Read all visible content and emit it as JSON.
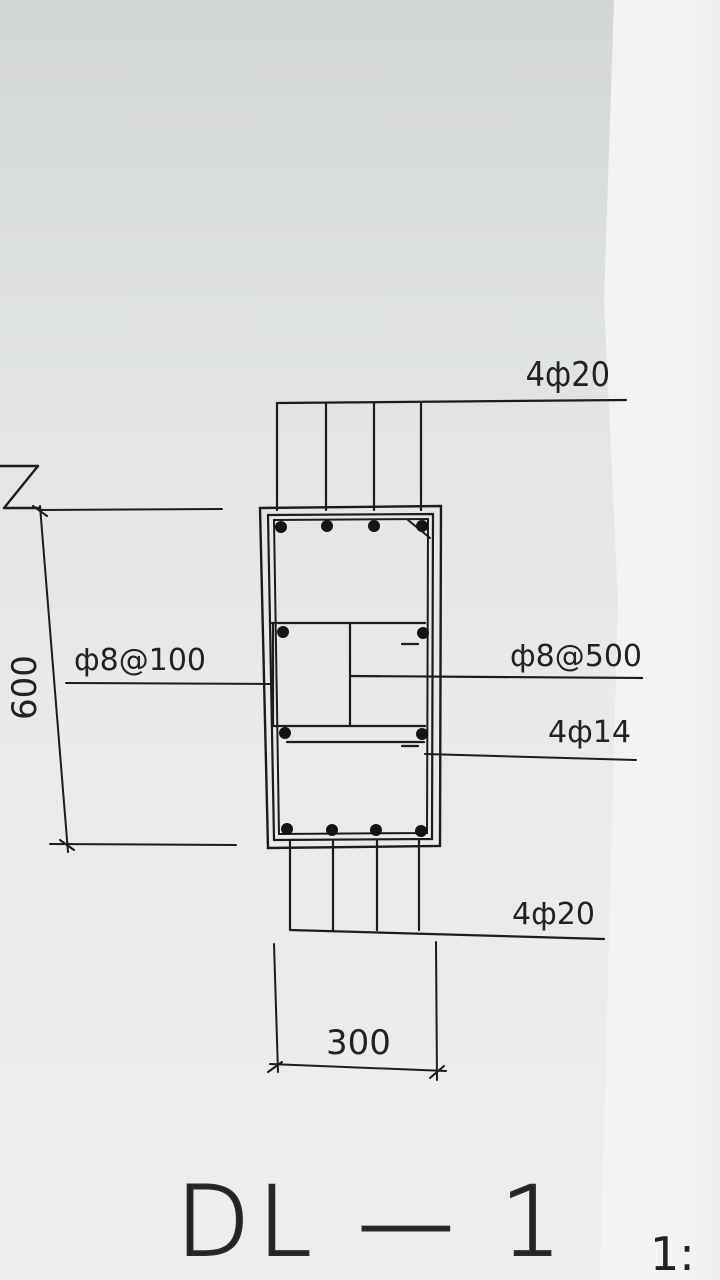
{
  "drawing": {
    "section_label_fragment": "Z",
    "height_dim": "600",
    "width_dim": "300",
    "stirrup_label": "ф8@100",
    "tie_label": "ф8@500",
    "waist_bars_label": "4ф14",
    "top_bars_label": "4ф20",
    "bottom_bars_label": "4ф20",
    "beam_title": "DL — 1",
    "scale_fragment": "1:"
  },
  "colors": {
    "ink": "#1c1c1c",
    "paper": "#e8eaea"
  }
}
